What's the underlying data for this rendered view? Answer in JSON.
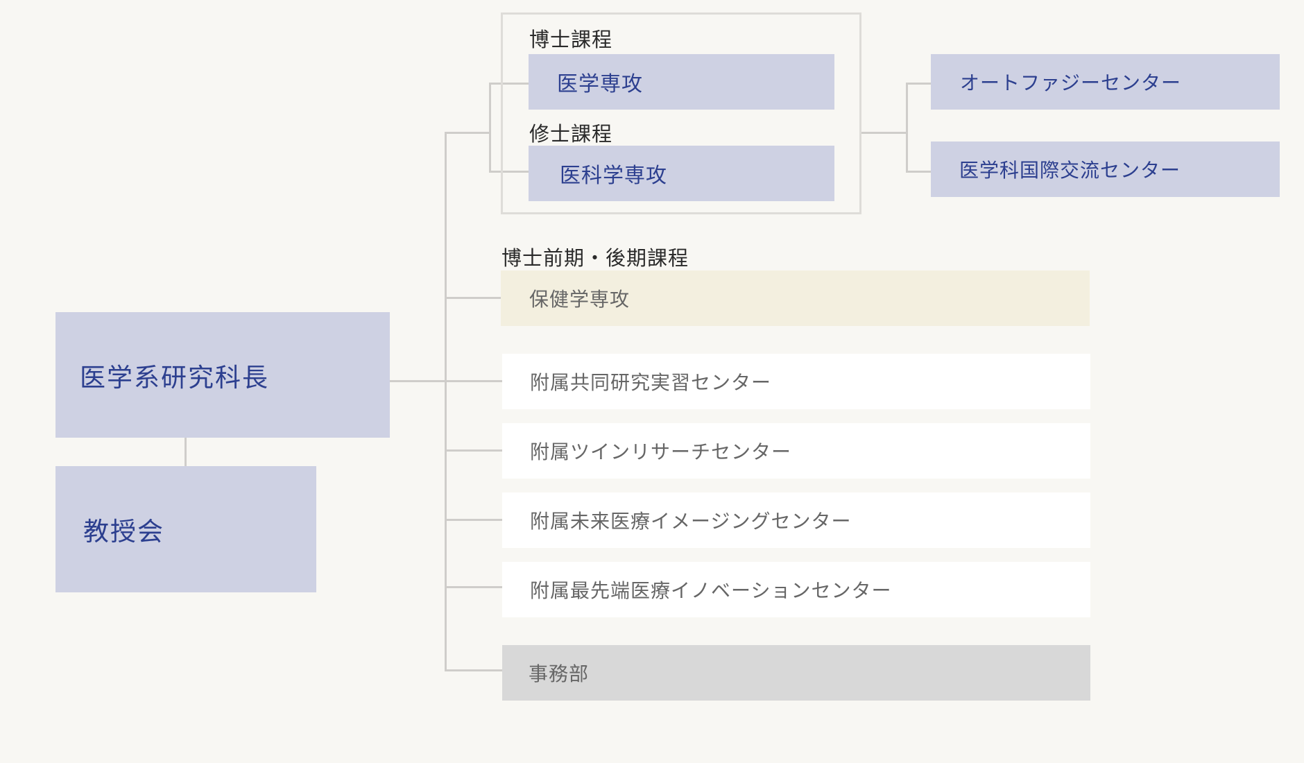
{
  "head": {
    "dean": "医学系研究科長",
    "faculty_council": "教授会"
  },
  "graduate_school": {
    "doctoral_label": "博士課程",
    "doctoral_major": "医学専攻",
    "master_label": "修士課程",
    "master_major": "医科学専攻"
  },
  "centers": {
    "autophagy": "オートファジーセンター",
    "international": "医学科国際交流センター"
  },
  "health": {
    "course_label": "博士前期・後期課程",
    "major": "保健学専攻"
  },
  "affiliated": [
    "附属共同研究実習センター",
    "附属ツインリサーチセンター",
    "附属未来医療イメージングセンター",
    "附属最先端医療イノベーションセンター"
  ],
  "admin": {
    "office": "事務部"
  },
  "colors": {
    "background": "#f8f7f3",
    "blue_box": "#ced1e3",
    "blue_text": "#2c3f8f",
    "beige_box": "#f3efdf",
    "gray_box": "#d8d8d8",
    "connector": "#cfcdca"
  }
}
